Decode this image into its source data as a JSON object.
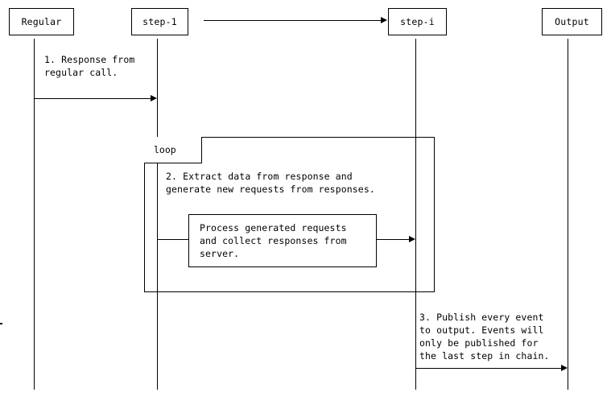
{
  "diagram": {
    "type": "sequence-diagram",
    "title": "",
    "background_color": "#ffffff",
    "line_color": "#000000",
    "text_color": "#000000",
    "participants": [
      {
        "id": "regular",
        "label": "Regular"
      },
      {
        "id": "step-1",
        "label": "step-1"
      },
      {
        "id": "step-i",
        "label": "step-i"
      },
      {
        "id": "output",
        "label": "Output"
      }
    ],
    "messages": [
      {
        "id": "m0",
        "label": "",
        "from": "step-1",
        "to": "step-i",
        "style": "solid-arrow"
      },
      {
        "id": "m1",
        "label": "1. Response from\nregular call.",
        "label_line_1": "1. Response from",
        "label_line_2": "regular call.",
        "from": "regular",
        "to": "step-1",
        "style": "solid-arrow"
      },
      {
        "id": "m2",
        "label": "3. Publish every event\nto output. Events will\nonly be published for\nthe last step in chain.",
        "label_line_1": "3. Publish every event",
        "label_line_2": "to output. Events will",
        "label_line_3": "only be published for",
        "label_line_4": "the last step in chain.",
        "from": "step-i",
        "to": "output",
        "style": "solid-arrow"
      }
    ],
    "fragments": [
      {
        "id": "loop-fragment",
        "operator": "loop",
        "note": "2. Extract data from response and\ngenerate new requests from responses.",
        "note_line_1": "2. Extract data from response and",
        "note_line_2": "generate new requests from responses.",
        "inner_action": {
          "id": "process-action",
          "text": "Process generated requests\nand collect responses from\nserver.",
          "line_1": "Process generated requests",
          "line_2": "and collect responses from",
          "line_3": "server."
        }
      }
    ]
  }
}
